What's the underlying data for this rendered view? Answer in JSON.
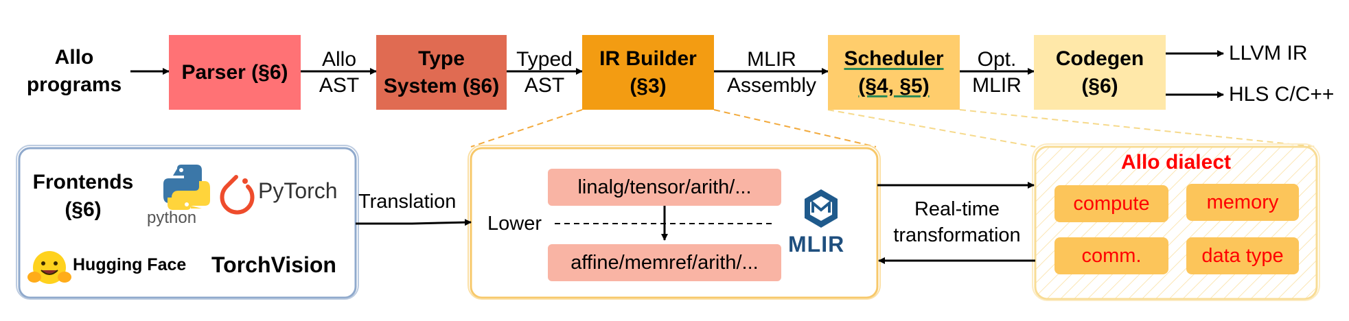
{
  "pipeline": {
    "input_label": "Allo\nprograms",
    "stages": [
      {
        "id": "parser",
        "label": "Parser (§6)",
        "color": "#ff7275"
      },
      {
        "id": "type-system",
        "label": "Type\nSystem (§6)",
        "color": "#e06b52"
      },
      {
        "id": "ir-builder",
        "label": "IR Builder\n(§3)",
        "color": "#f39c12"
      },
      {
        "id": "scheduler",
        "label": "Scheduler\n(§4, §5)",
        "color": "#ffcd6c"
      },
      {
        "id": "codegen",
        "label": "Codegen\n(§6)",
        "color": "#ffe8a9"
      }
    ],
    "edge_labels": [
      "Allo\nAST",
      "Typed\nAST",
      "MLIR\nAssembly",
      "Opt.\nMLIR"
    ],
    "outputs": [
      "LLVM IR",
      "HLS C/C++"
    ]
  },
  "frontends": {
    "title": "Frontends\n(§6)",
    "logos": [
      "python",
      "PyTorch",
      "Hugging Face",
      "TorchVision"
    ],
    "edge_label": "Translation"
  },
  "mlir_box": {
    "upper": "linalg/tensor/arith/...",
    "lower": "affine/memref/arith/...",
    "lower_label": "Lower",
    "logo_text": "MLIR"
  },
  "feedback_label": "Real-time\ntransformation",
  "allo_dialect": {
    "title": "Allo dialect",
    "items": [
      "compute",
      "memory",
      "comm.",
      "data type"
    ]
  }
}
